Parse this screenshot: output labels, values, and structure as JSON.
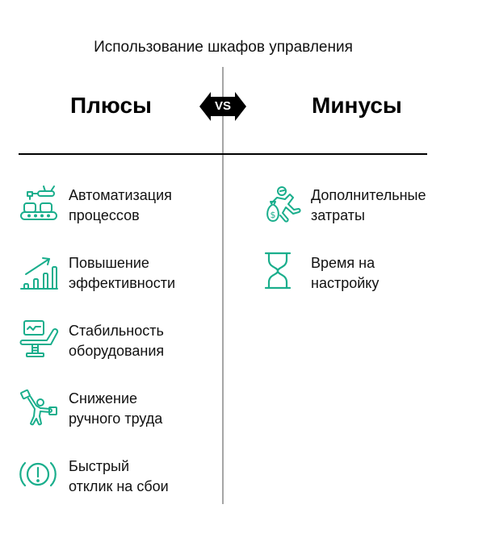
{
  "title": "Использование шкафов управления",
  "vs_label": "VS",
  "accent_color": "#1aae8c",
  "pros": {
    "heading": "Плюсы",
    "items": [
      {
        "icon": "conveyor-robot-icon",
        "line1": "Автоматизация",
        "line2": "процессов"
      },
      {
        "icon": "growth-chart-icon",
        "line1": "Повышение",
        "line2": "эффективности"
      },
      {
        "icon": "equipment-monitor-icon",
        "line1": "Стабильность",
        "line2": "оборудования"
      },
      {
        "icon": "worker-carrying-icon",
        "line1": "Снижение",
        "line2": "ручного труда"
      },
      {
        "icon": "alert-icon",
        "line1": "Быстрый",
        "line2": "отклик на сбои"
      }
    ]
  },
  "cons": {
    "heading": "Минусы",
    "items": [
      {
        "icon": "money-bag-runner-icon",
        "line1": "Дополнительные",
        "line2": "затраты"
      },
      {
        "icon": "hourglass-icon",
        "line1": "Время на",
        "line2": "настройку"
      }
    ]
  }
}
